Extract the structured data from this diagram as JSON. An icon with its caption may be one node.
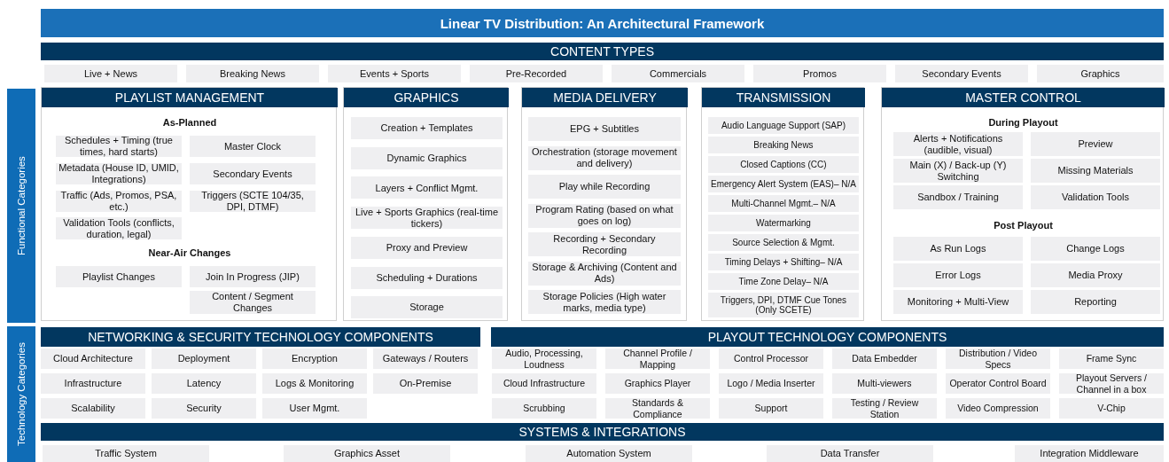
{
  "diagram": {
    "title": "Linear TV Distribution: An Architectural Framework",
    "nodes": [
      {
        "text": [
          "CONTENT TYPES"
        ]
      },
      {
        "text": [
          "Live + News"
        ]
      },
      {
        "text": [
          "Breaking News"
        ]
      },
      {
        "text": [
          "Events + Sports"
        ]
      },
      {
        "text": [
          "Pre-Recorded"
        ]
      },
      {
        "text": [
          "Commercials"
        ]
      },
      {
        "text": [
          "Promos"
        ]
      },
      {
        "text": [
          "Secondary Events"
        ]
      },
      {
        "text": [
          "Graphics"
        ]
      },
      {
        "text": [
          "Functional Categories"
        ]
      },
      {
        "text": [
          "PLAYLIST MANAGEMENT",
          "As-Planned",
          "Near-Air Changes"
        ]
      },
      {
        "text": [
          "Schedules + Timing (true times, hard starts)"
        ],
        "in": 10
      },
      {
        "text": [
          "Master Clock"
        ],
        "in": 10
      },
      {
        "text": [
          "Metadata (House ID, UMID, Integrations)"
        ],
        "in": 10
      },
      {
        "text": [
          "Secondary Events"
        ],
        "in": 10
      },
      {
        "text": [
          "Traffic (Ads, Promos, PSA, etc.)"
        ],
        "in": 10
      },
      {
        "text": [
          "Triggers (SCTE 104/35, DPI, DTMF)"
        ],
        "in": 10
      },
      {
        "text": [
          "Validation Tools (conflicts, duration, legal)"
        ],
        "in": 10
      },
      {
        "text": [
          "Playlist Changes"
        ],
        "in": 10
      },
      {
        "text": [
          "Join In Progress (JIP)"
        ],
        "in": 10
      },
      {
        "text": [
          "Content / Segment Changes"
        ],
        "in": 10
      },
      {
        "text": [
          "GRAPHICS"
        ]
      },
      {
        "text": [
          "Creation + Templates"
        ],
        "in": 21
      },
      {
        "text": [
          "Dynamic Graphics"
        ],
        "in": 21
      },
      {
        "text": [
          "Layers + Conflict Mgmt."
        ],
        "in": 21
      },
      {
        "text": [
          "Live + Sports Graphics (real-time tickers)"
        ],
        "in": 21
      },
      {
        "text": [
          "Proxy and Preview"
        ],
        "in": 21
      },
      {
        "text": [
          "Scheduling + Durations"
        ],
        "in": 21
      },
      {
        "text": [
          "Storage"
        ],
        "in": 21
      },
      {
        "text": [
          "MEDIA DELIVERY"
        ]
      },
      {
        "text": [
          "EPG + Subtitles"
        ],
        "in": 29
      },
      {
        "text": [
          "Orchestration (storage movement and delivery)"
        ],
        "in": 29
      },
      {
        "text": [
          "Play while Recording"
        ],
        "in": 29
      },
      {
        "text": [
          "Program Rating (based on what goes on log)"
        ],
        "in": 29
      },
      {
        "text": [
          "Recording + Secondary Recording"
        ],
        "in": 29
      },
      {
        "text": [
          "Storage & Archiving (Content and Ads)"
        ],
        "in": 29
      },
      {
        "text": [
          "Storage Policies (High water marks, media type)"
        ],
        "in": 29
      },
      {
        "text": [
          "TRANSMISSION"
        ]
      },
      {
        "text": [
          "Audio Language Support (SAP)"
        ],
        "in": 37
      },
      {
        "text": [
          "Breaking News"
        ],
        "in": 37
      },
      {
        "text": [
          "Closed Captions (CC)"
        ],
        "in": 37
      },
      {
        "text": [
          "Emergency Alert System (EAS)– N/A"
        ],
        "in": 37
      },
      {
        "text": [
          "Multi-Channel Mgmt.– N/A"
        ],
        "in": 37
      },
      {
        "text": [
          "Watermarking"
        ],
        "in": 37
      },
      {
        "text": [
          "Source Selection & Mgmt."
        ],
        "in": 37
      },
      {
        "text": [
          "Timing Delays + Shifting– N/A"
        ],
        "in": 37
      },
      {
        "text": [
          "Time Zone Delay– N/A"
        ],
        "in": 37
      },
      {
        "text": [
          "Triggers, DPI, DTMF Cue Tones (Only SCETE)"
        ],
        "in": 37
      },
      {
        "text": [
          "MASTER CONTROL",
          "During Playout",
          "Post Playout"
        ]
      },
      {
        "text": [
          "Alerts + Notifications (audible, visual)"
        ],
        "in": 48
      },
      {
        "text": [
          "Preview"
        ],
        "in": 48
      },
      {
        "text": [
          "Main (X) / Back-up (Y) Switching"
        ],
        "in": 48
      },
      {
        "text": [
          "Missing Materials"
        ],
        "in": 48
      },
      {
        "text": [
          "Sandbox / Training"
        ],
        "in": 48
      },
      {
        "text": [
          "Validation Tools"
        ],
        "in": 48
      },
      {
        "text": [
          "As Run Logs"
        ],
        "in": 48
      },
      {
        "text": [
          "Change Logs"
        ],
        "in": 48
      },
      {
        "text": [
          "Error Logs"
        ],
        "in": 48
      },
      {
        "text": [
          "Media Proxy"
        ],
        "in": 48
      },
      {
        "text": [
          "Monitoring + Multi-View"
        ],
        "in": 48
      },
      {
        "text": [
          "Reporting"
        ],
        "in": 48
      },
      {
        "text": [
          "Technology Categories"
        ]
      },
      {
        "text": [
          "NETWORKING & SECURITY TECHNOLOGY COMPONENTS"
        ]
      },
      {
        "text": [
          "Cloud Architecture"
        ]
      },
      {
        "text": [
          "Deployment"
        ]
      },
      {
        "text": [
          "Encryption"
        ]
      },
      {
        "text": [
          "Gateways / Routers"
        ]
      },
      {
        "text": [
          "Infrastructure"
        ]
      },
      {
        "text": [
          "Latency"
        ]
      },
      {
        "text": [
          "Logs & Monitoring"
        ]
      },
      {
        "text": [
          "On-Premise"
        ]
      },
      {
        "text": [
          "Scalability"
        ]
      },
      {
        "text": [
          "Security"
        ]
      },
      {
        "text": [
          "User Mgmt."
        ]
      },
      {
        "text": [
          "PLAYOUT TECHNOLOGY COMPONENTS"
        ]
      },
      {
        "text": [
          "Audio, Processing, Loudness"
        ]
      },
      {
        "text": [
          "Channel Profile / Mapping"
        ]
      },
      {
        "text": [
          "Control Processor"
        ]
      },
      {
        "text": [
          "Data Embedder"
        ]
      },
      {
        "text": [
          "Distribution / Video Specs"
        ]
      },
      {
        "text": [
          "Frame Sync"
        ]
      },
      {
        "text": [
          "Cloud Infrastructure"
        ]
      },
      {
        "text": [
          "Graphics Player"
        ]
      },
      {
        "text": [
          "Logo / Media Inserter"
        ]
      },
      {
        "text": [
          "Multi-viewers"
        ]
      },
      {
        "text": [
          "Operator Control Board"
        ]
      },
      {
        "text": [
          "Playout Servers / Channel in a box"
        ]
      },
      {
        "text": [
          "Scrubbing"
        ]
      },
      {
        "text": [
          "Standards & Compliance"
        ]
      },
      {
        "text": [
          "Support"
        ]
      },
      {
        "text": [
          "Testing / Review Station"
        ]
      },
      {
        "text": [
          "Video Compression"
        ]
      },
      {
        "text": [
          "V-Chip"
        ]
      },
      {
        "text": [
          "SYSTEMS & INTEGRATIONS"
        ]
      },
      {
        "text": [
          "Traffic System"
        ]
      },
      {
        "text": [
          "Graphics Asset"
        ]
      },
      {
        "text": [
          "Automation System"
        ]
      },
      {
        "text": [
          "Data Transfer"
        ]
      },
      {
        "text": [
          "Integration Middleware"
        ]
      }
    ]
  }
}
